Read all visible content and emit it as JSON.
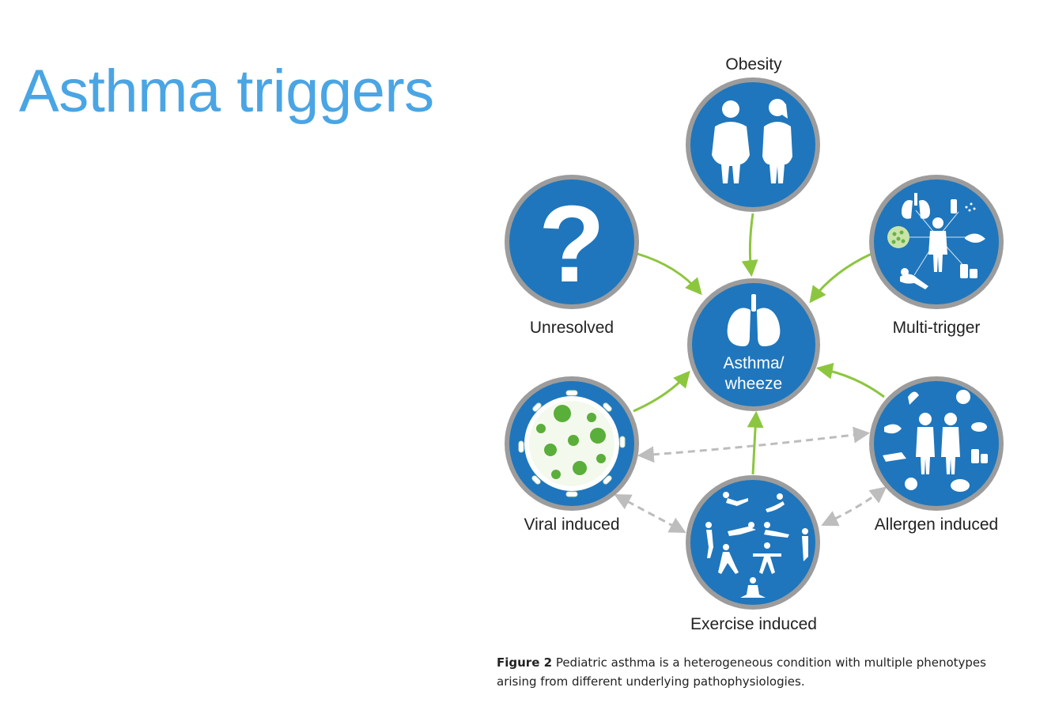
{
  "slide": {
    "title": "Asthma triggers"
  },
  "diagram": {
    "center": {
      "line1": "Asthma/",
      "line2": "wheeze",
      "icon": "lungs-icon"
    },
    "nodes": [
      {
        "id": "obesity",
        "label": "Obesity",
        "icon": "overweight-children-icon"
      },
      {
        "id": "unresolved",
        "label": "Unresolved",
        "icon": "question-mark-icon"
      },
      {
        "id": "multi-trigger",
        "label": "Multi-trigger",
        "icon": "multi-trigger-cluster-icon"
      },
      {
        "id": "viral",
        "label": "Viral induced",
        "icon": "virus-icon"
      },
      {
        "id": "allergen",
        "label": "Allergen induced",
        "icon": "allergen-cluster-icon"
      },
      {
        "id": "exercise",
        "label": "Exercise induced",
        "icon": "exercise-figures-icon"
      }
    ],
    "colors": {
      "node_fill": "#1f76bc",
      "node_ring": "#9c9c9c",
      "arrow_green": "#8cc63f",
      "arrow_gray": "#bdbdbd",
      "virus_green": "#5aae3a"
    }
  },
  "caption": {
    "label": "Figure 2",
    "text": " Pediatric asthma is a heterogeneous condition with multiple phenotypes arising from different underlying pathophysiologies."
  }
}
